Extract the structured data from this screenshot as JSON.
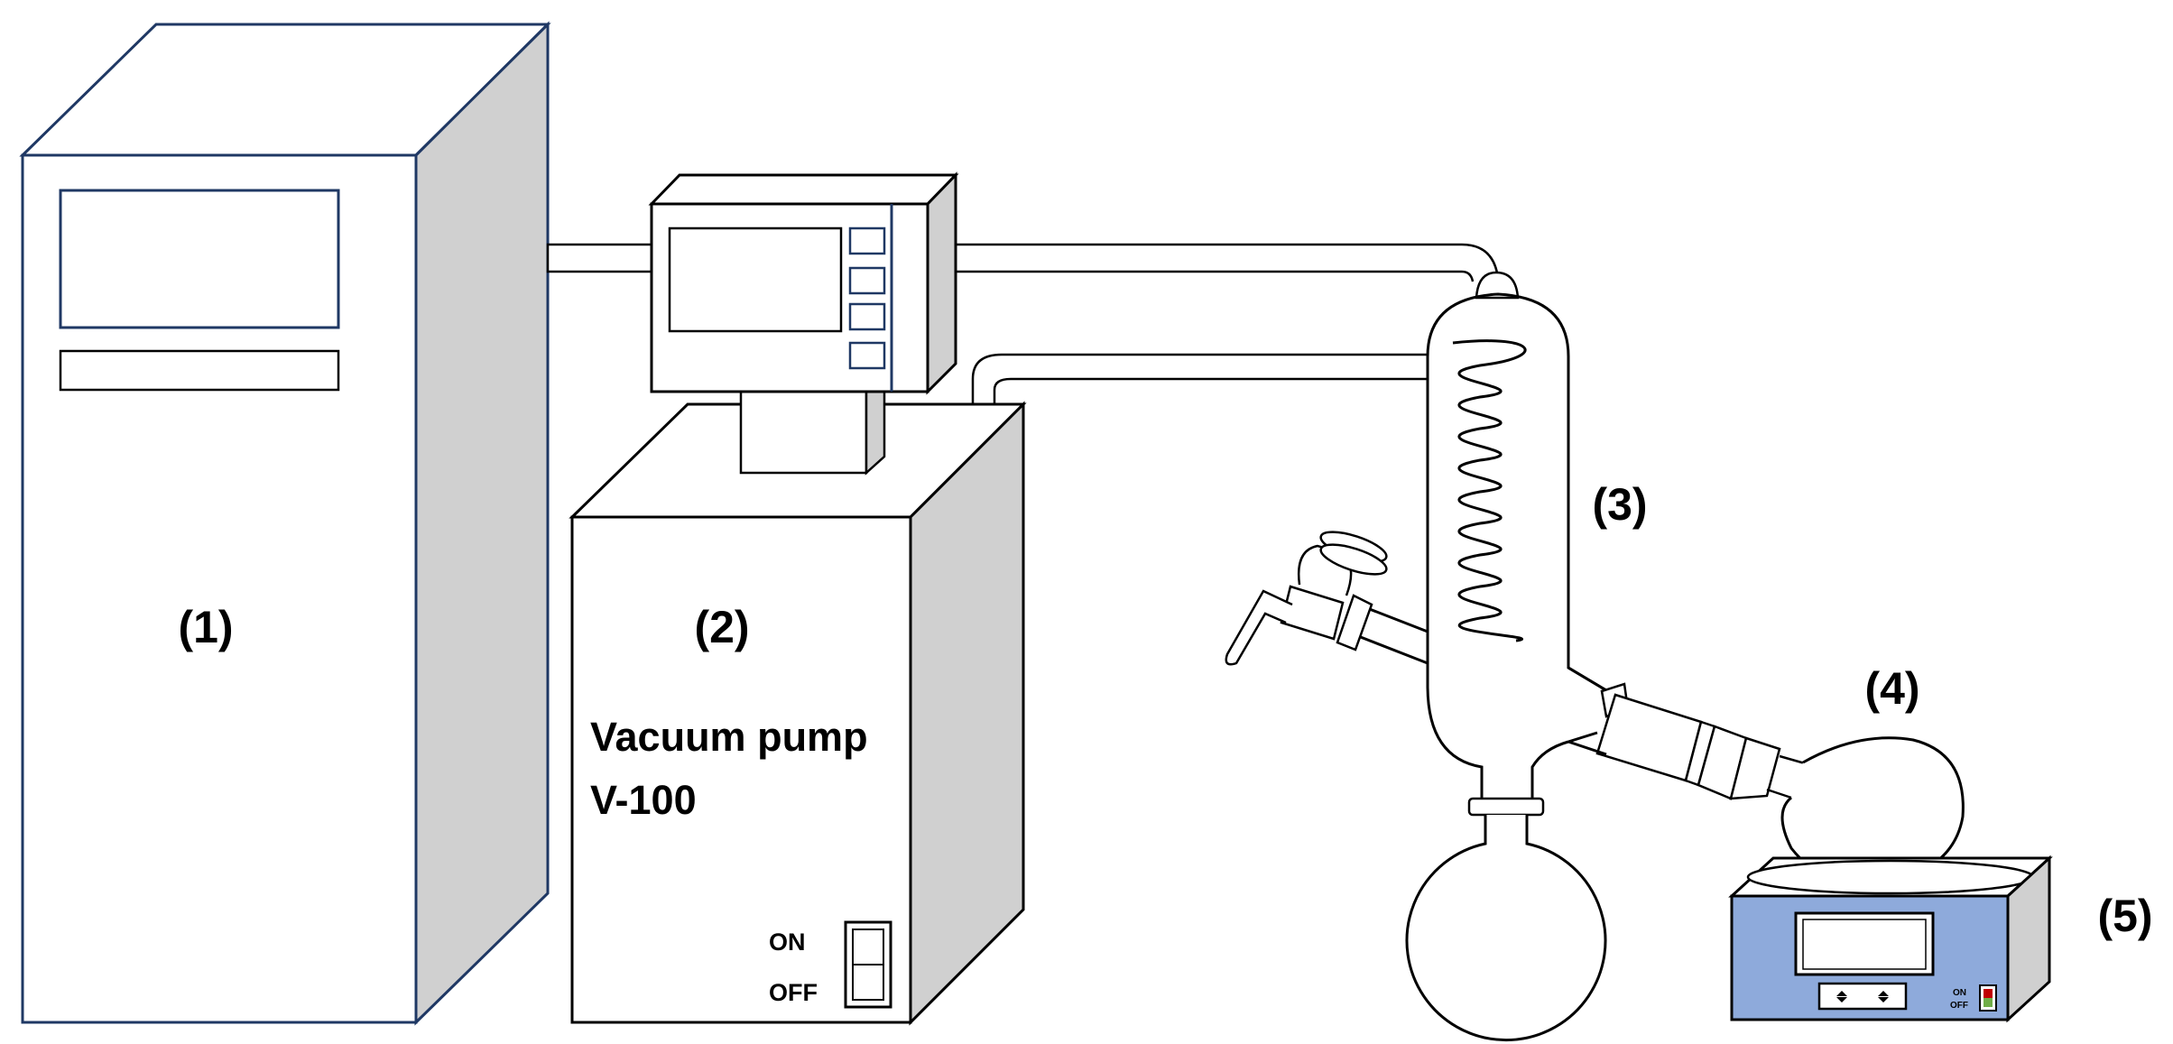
{
  "labels": {
    "unit1": "(1)",
    "unit2": "(2)",
    "unit3": "(3)",
    "unit4": "(4)",
    "unit5": "(5)"
  },
  "pump": {
    "name_line1": "Vacuum pump",
    "name_line2": "V-100",
    "switch_on": "ON",
    "switch_off": "OFF"
  },
  "heater": {
    "switch_on": "ON",
    "switch_off": "OFF"
  },
  "colors": {
    "outline_cabinet": "#1f3864",
    "side_gray": "#d0d0d0",
    "heater_blue": "#8eaadb",
    "switch_red": "#c00000",
    "switch_green": "#70ad47"
  }
}
